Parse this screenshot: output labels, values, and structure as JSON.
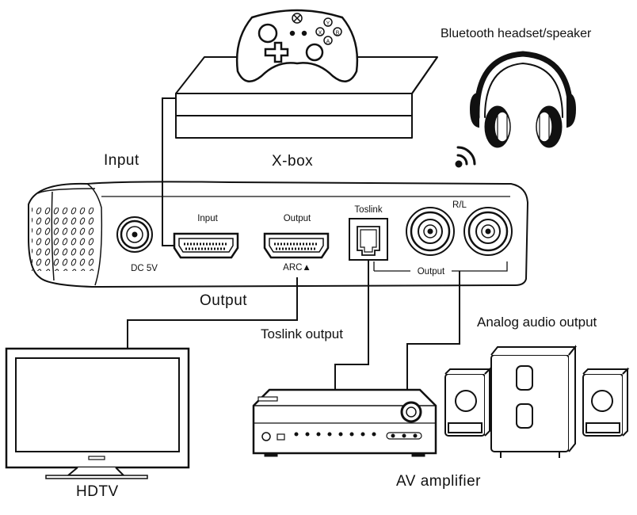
{
  "labels": {
    "bluetooth": "Bluetooth headset/speaker",
    "xbox": "X-box",
    "input_cable": "Input",
    "output_cable": "Output",
    "toslink_output": "Toslink output",
    "analog_output": "Analog audio output",
    "hdtv": "HDTV",
    "av_amplifier": "AV amplifier"
  },
  "device": {
    "port_input": "Input",
    "port_output": "Output",
    "port_toslink": "Toslink",
    "port_rl": "R/L",
    "dc": "DC 5V",
    "arc": "ARC▲",
    "analog_group": "Output"
  },
  "controller": {
    "btn_y": "Y",
    "btn_x": "X",
    "btn_b": "B",
    "btn_a": "A"
  },
  "icons": [
    "gamepad-icon",
    "headphones-icon",
    "wireless-signal-icon",
    "speaker-icon",
    "tv-icon",
    "amplifier-icon",
    "hdmi-port-icon",
    "rca-jack-icon",
    "toslink-port-icon",
    "dc-jack-icon"
  ],
  "colors": {
    "line": "#111111",
    "background": "#ffffff"
  }
}
